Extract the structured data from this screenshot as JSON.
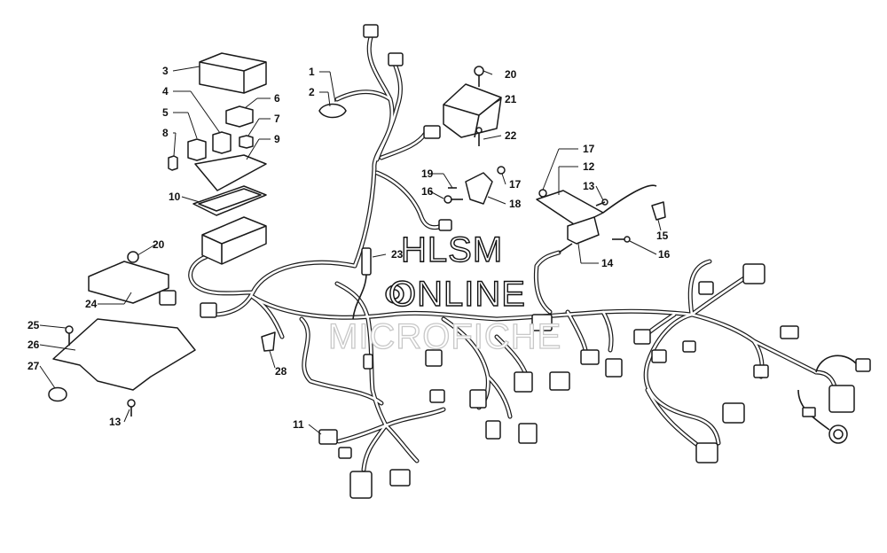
{
  "watermark": {
    "line1": "HLSM",
    "line2": "ONLINE",
    "line3": "MICROFICHE"
  },
  "callouts": [
    {
      "id": "c1",
      "label": "1"
    },
    {
      "id": "c2",
      "label": "2"
    },
    {
      "id": "c3",
      "label": "3"
    },
    {
      "id": "c4",
      "label": "4"
    },
    {
      "id": "c5",
      "label": "5"
    },
    {
      "id": "c6",
      "label": "6"
    },
    {
      "id": "c7",
      "label": "7"
    },
    {
      "id": "c8",
      "label": "8"
    },
    {
      "id": "c9",
      "label": "9"
    },
    {
      "id": "c10",
      "label": "10"
    },
    {
      "id": "c11",
      "label": "11"
    },
    {
      "id": "c12",
      "label": "12"
    },
    {
      "id": "c13a",
      "label": "13"
    },
    {
      "id": "c13b",
      "label": "13"
    },
    {
      "id": "c14",
      "label": "14"
    },
    {
      "id": "c15",
      "label": "15"
    },
    {
      "id": "c16a",
      "label": "16"
    },
    {
      "id": "c16b",
      "label": "16"
    },
    {
      "id": "c17a",
      "label": "17"
    },
    {
      "id": "c17b",
      "label": "17"
    },
    {
      "id": "c18",
      "label": "18"
    },
    {
      "id": "c19",
      "label": "19"
    },
    {
      "id": "c20a",
      "label": "20"
    },
    {
      "id": "c20b",
      "label": "20"
    },
    {
      "id": "c21",
      "label": "21"
    },
    {
      "id": "c22",
      "label": "22"
    },
    {
      "id": "c23",
      "label": "23"
    },
    {
      "id": "c24",
      "label": "24"
    },
    {
      "id": "c25",
      "label": "25"
    },
    {
      "id": "c26",
      "label": "26"
    },
    {
      "id": "c27",
      "label": "27"
    },
    {
      "id": "c28",
      "label": "28"
    }
  ]
}
